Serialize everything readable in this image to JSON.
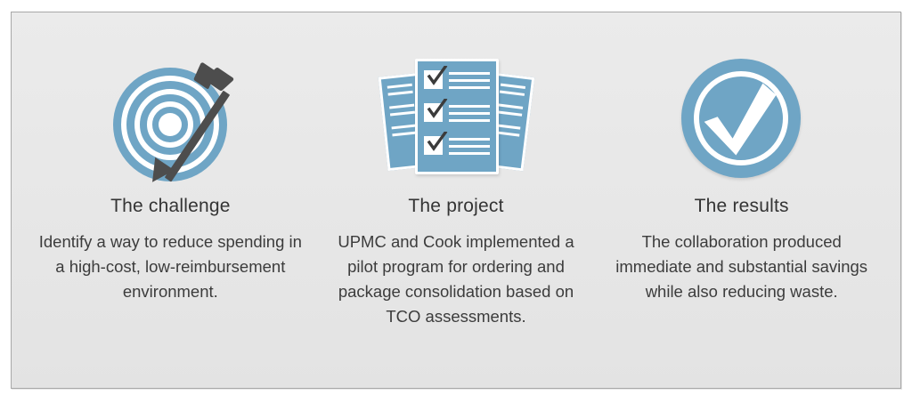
{
  "panel": {
    "background_gradient_top": "#ebebeb",
    "background_gradient_bottom": "#e3e3e3",
    "border_color": "#a8a8a8",
    "accent_color": "#6fa5c5",
    "dark_color": "#4d4d4d",
    "heading_color": "#343434",
    "body_color": "#3c3c3c"
  },
  "columns": [
    {
      "icon": "target-bullseye-arrow-icon",
      "title": "The challenge",
      "body": "Identify a way to reduce spending in a high-cost, low-reimbursement environment."
    },
    {
      "icon": "checklist-documents-icon",
      "title": "The project",
      "body": "UPMC and Cook implemented a pilot program for ordering and package consolidation based on TCO assessments."
    },
    {
      "icon": "check-circle-icon",
      "title": "The results",
      "body": "The collaboration produced immediate and substantial savings while also reducing waste."
    }
  ]
}
